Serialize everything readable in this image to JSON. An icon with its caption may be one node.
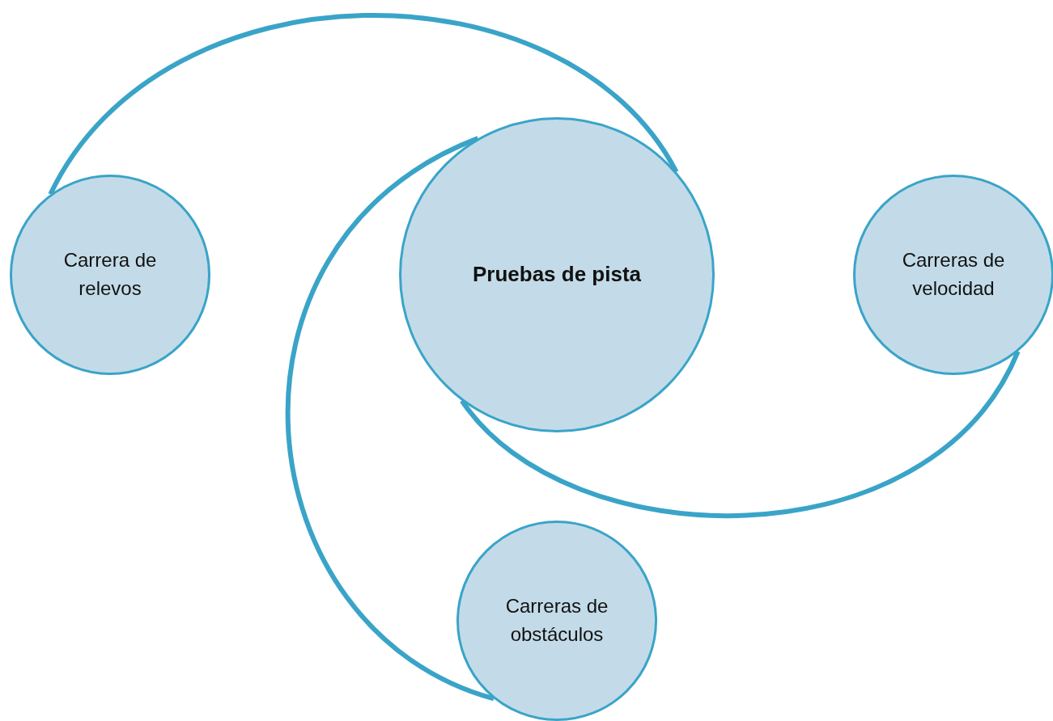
{
  "diagram": {
    "nodes": [
      {
        "text": [
          "Pruebas de pista"
        ]
      },
      {
        "text": [
          "Carrera de relevos"
        ]
      },
      {
        "text": [
          "Carreras de velocidad"
        ]
      },
      {
        "text": [
          "Carreras de obstáculos"
        ]
      }
    ],
    "edges": [
      {
        "from": 0,
        "to": 1,
        "arrow": "none"
      },
      {
        "from": 0,
        "to": 2,
        "arrow": "none"
      },
      {
        "from": 0,
        "to": 3,
        "arrow": "none"
      }
    ]
  }
}
